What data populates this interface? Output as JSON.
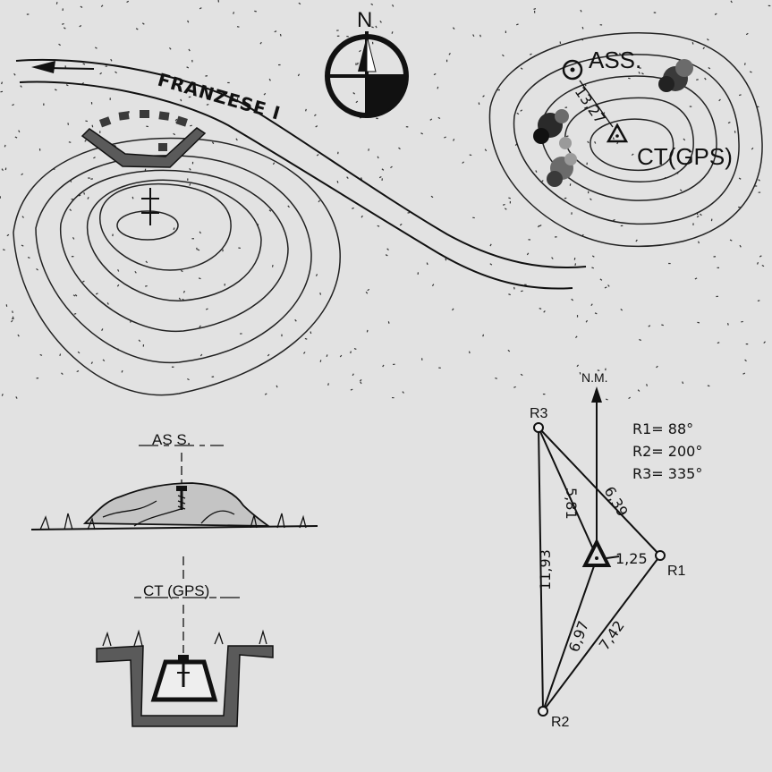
{
  "sketch": {
    "north_label": "N",
    "road_label": "FRANZESE I",
    "map_ass_label": "ASS.",
    "map_distance": "13,27",
    "map_ct_label": "CT(GPS)",
    "ass_section_label": "AS S.",
    "ct_section_label": "CT (GPS)"
  },
  "reference_diagram": {
    "nm_label": "N.M.",
    "r1_label": "R1",
    "r2_label": "R2",
    "r3_label": "R3",
    "bearings": [
      "R1= 88°",
      "R2= 200°",
      "R3= 335°"
    ],
    "distances": {
      "ct_r1": "1,25",
      "ct_r2": "6,97",
      "ct_r3": "5,81",
      "r3_r1": "6,39",
      "r1_r2": "7,42",
      "r3_r2": "11,93"
    }
  },
  "colors": {
    "paper": "#e2e2e2",
    "ink": "#111111",
    "vegetation": "#3a3a3a"
  }
}
